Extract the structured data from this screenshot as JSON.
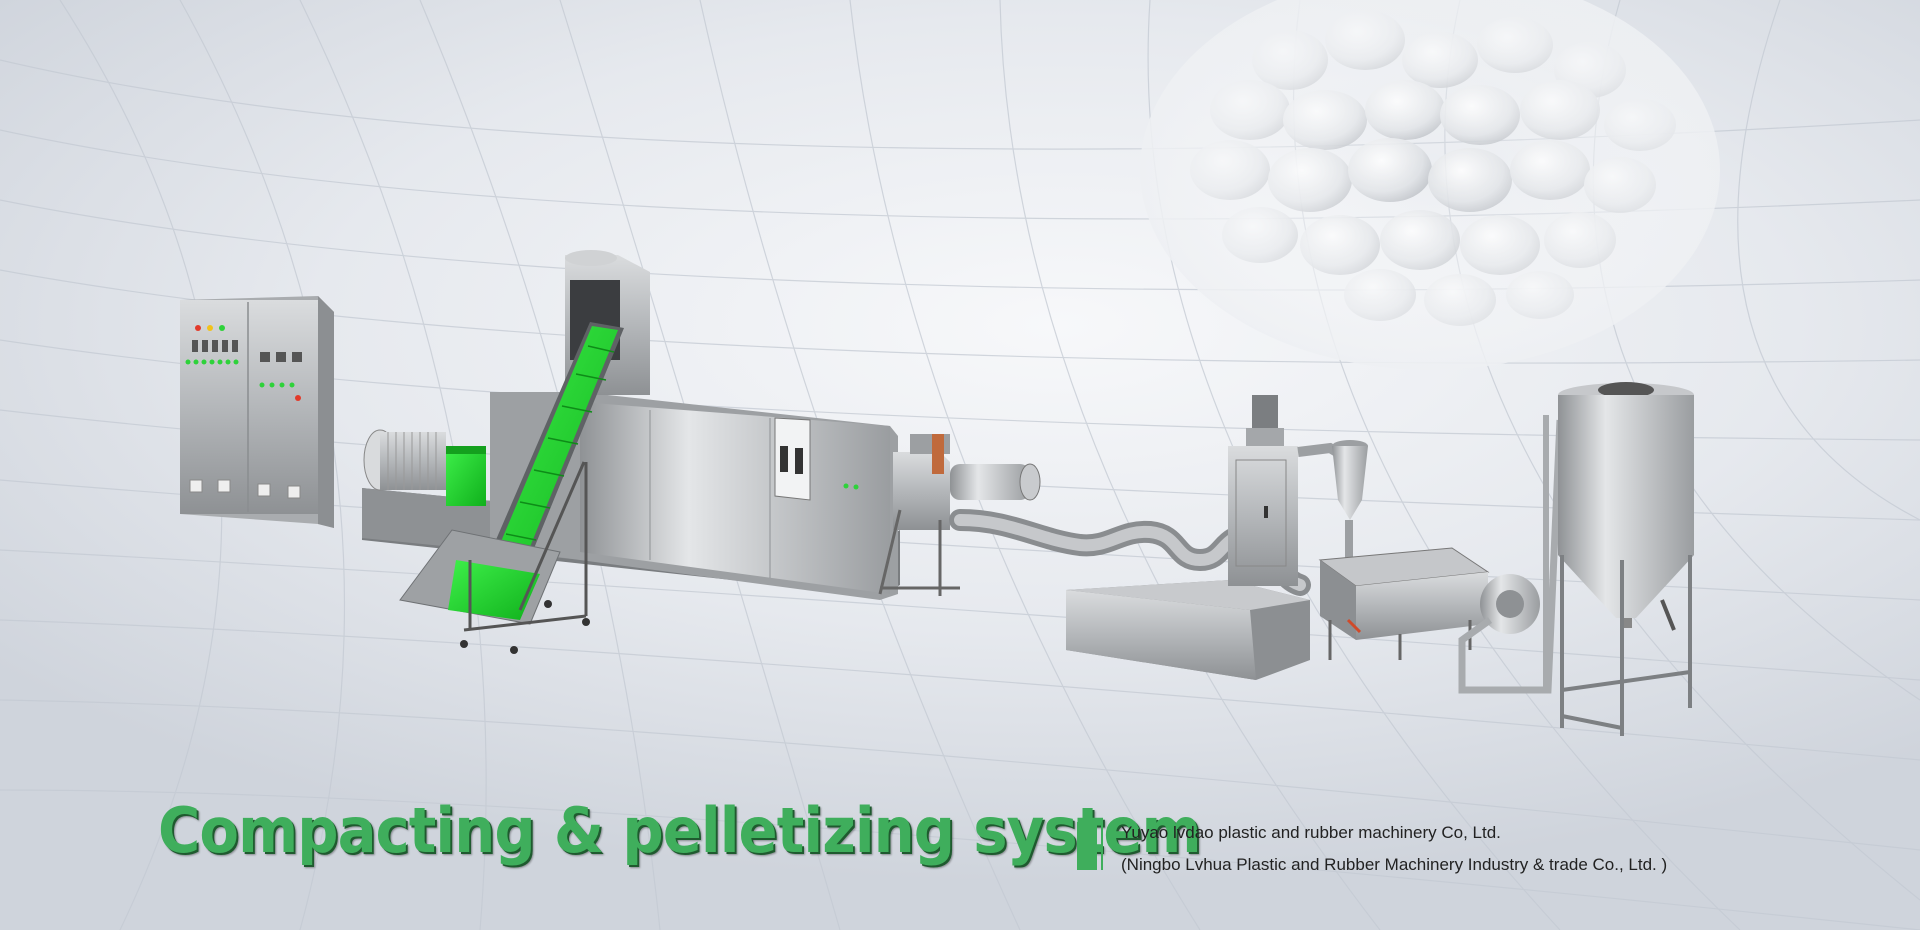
{
  "banner": {
    "headline": "Compacting & pelletizing system",
    "company_name": "Yuyao lvdao plastic and rubber machinery Co, Ltd.",
    "company_name_alt": "(Ningbo Lvhua Plastic and Rubber Machinery Industry & trade Co., Ltd. )"
  },
  "colors": {
    "accent": "#3fae5c",
    "machine_green": "#1fd42a",
    "machine_steel": "#b9bcbf",
    "text": "#222222"
  }
}
